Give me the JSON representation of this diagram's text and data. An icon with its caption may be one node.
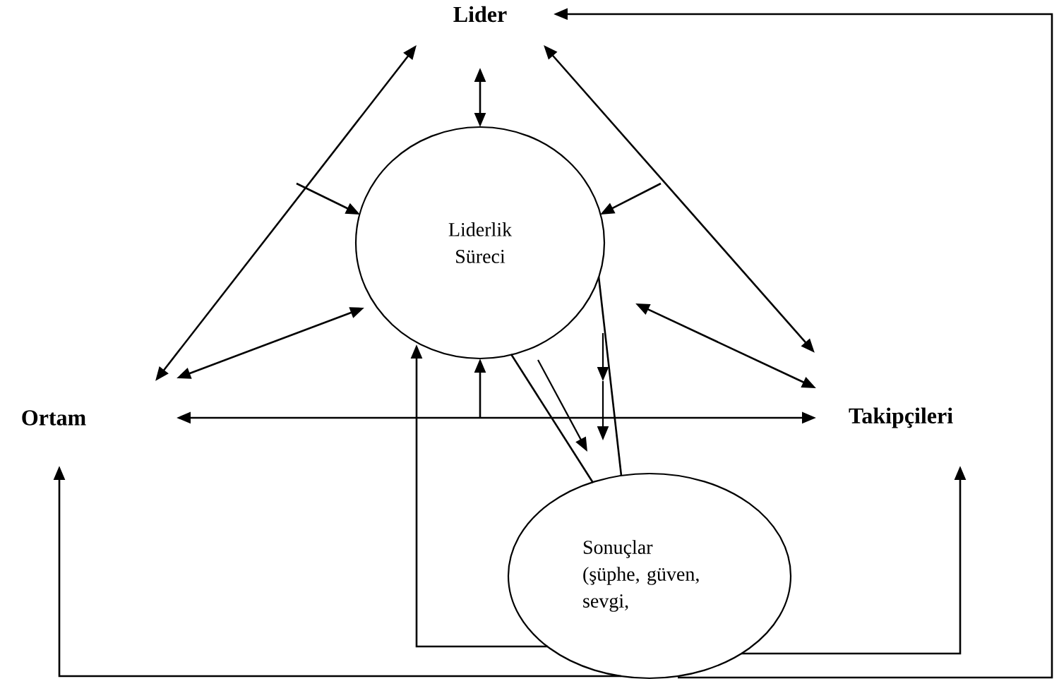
{
  "diagram": {
    "nodes": [
      {
        "text": [
          "Lider"
        ]
      },
      {
        "text": [
          "Liderlik Süreci"
        ]
      },
      {
        "text": [
          "Ortam"
        ]
      },
      {
        "text": [
          "Takipçileri"
        ]
      },
      {
        "text": [
          "Sonuçlar (şüphe, güven, sevgi,"
        ]
      }
    ],
    "edges": [
      {
        "from": 2,
        "to": 0,
        "arrow": "both"
      },
      {
        "from": 0,
        "to": 1,
        "arrow": "both"
      },
      {
        "from": 0,
        "to": 3,
        "arrow": "both"
      },
      {
        "from": 2,
        "to": 1,
        "arrow": "both"
      },
      {
        "from": 1,
        "to": 3,
        "arrow": "both"
      },
      {
        "from": 2,
        "to": 3,
        "arrow": "both"
      },
      {
        "from": null,
        "to": 1,
        "arrow": "to"
      },
      {
        "from": null,
        "to": 1,
        "arrow": "to"
      },
      {
        "from": null,
        "to": 1,
        "arrow": "to"
      },
      {
        "from": 4,
        "to": 1,
        "arrow": "to"
      },
      {
        "from": 4,
        "to": 2,
        "arrow": "to"
      },
      {
        "from": 4,
        "to": 3,
        "arrow": "to"
      },
      {
        "from": 4,
        "to": 0,
        "arrow": "to"
      },
      {
        "from": 1,
        "to": 4,
        "arrow": "none"
      },
      {
        "from": 1,
        "to": 4,
        "arrow": "none"
      }
    ]
  }
}
